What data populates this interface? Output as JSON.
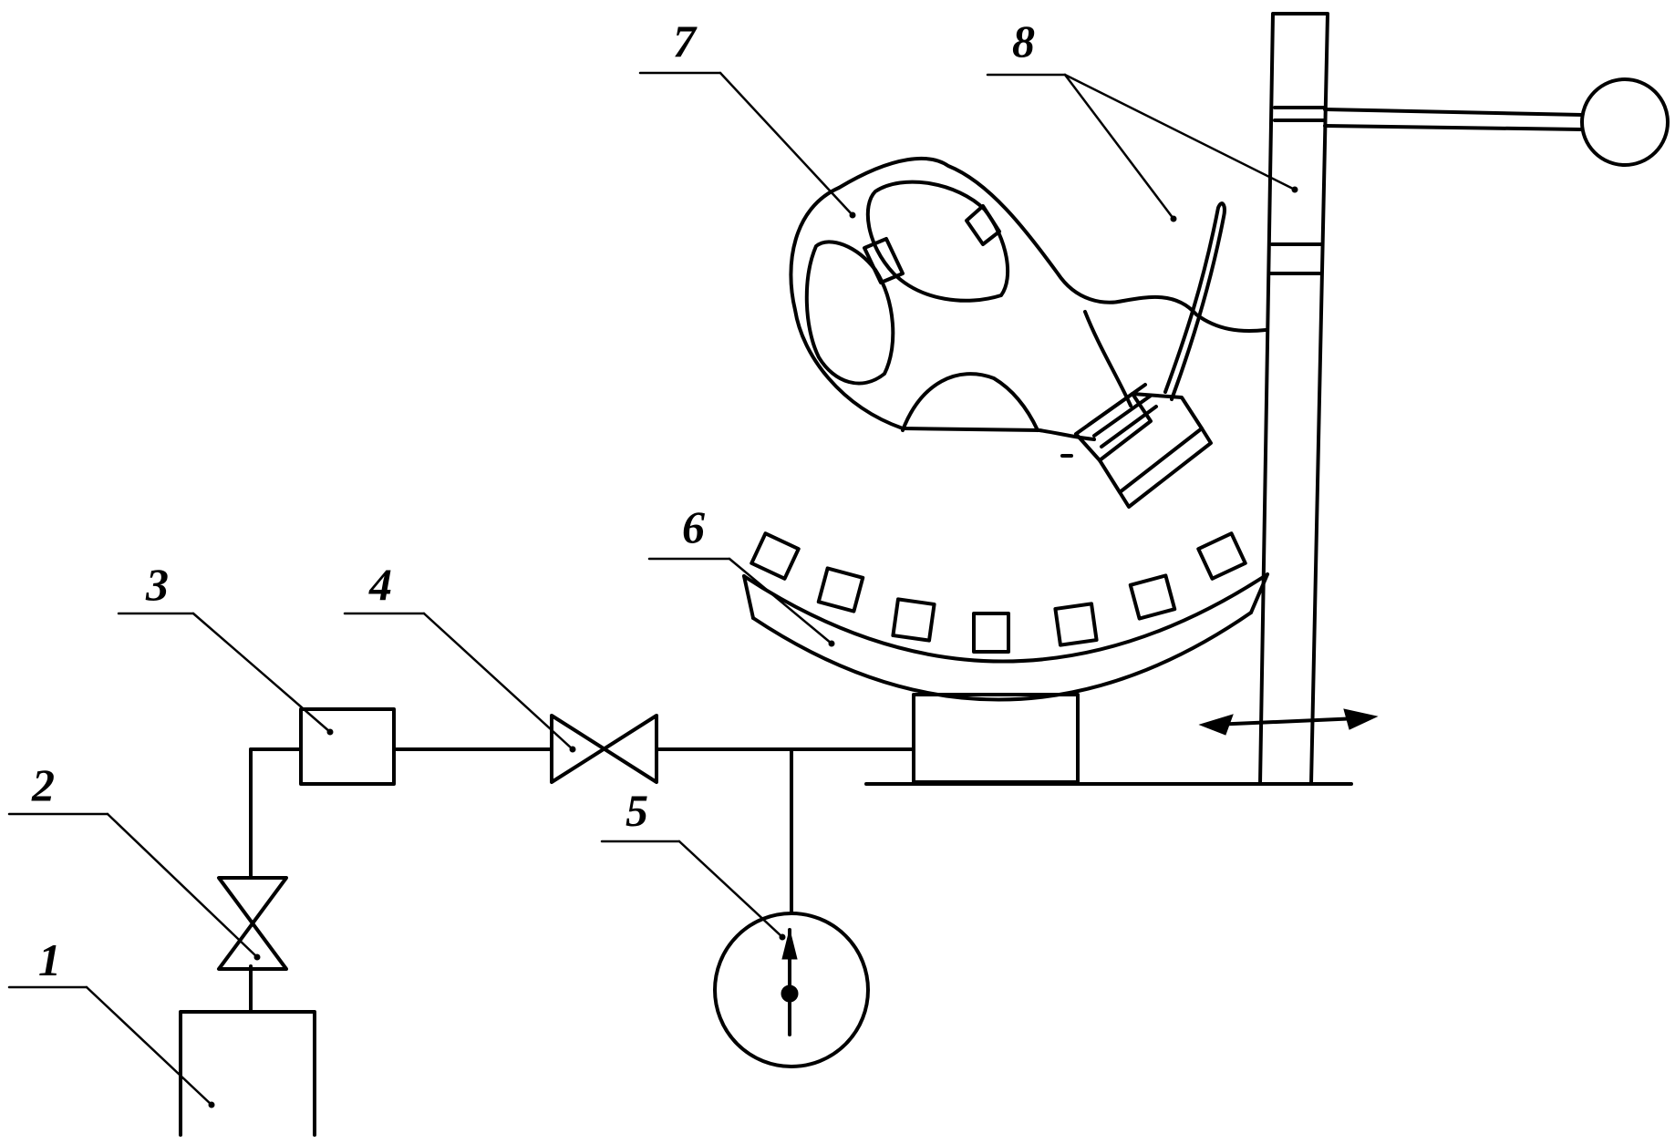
{
  "labels": {
    "l1": "1",
    "l2": "2",
    "l3": "3",
    "l4": "4",
    "l5": "5",
    "l6": "6",
    "l7": "7",
    "l8": "8"
  },
  "colors": {
    "ink": "#000000",
    "background": "#ffffff"
  }
}
